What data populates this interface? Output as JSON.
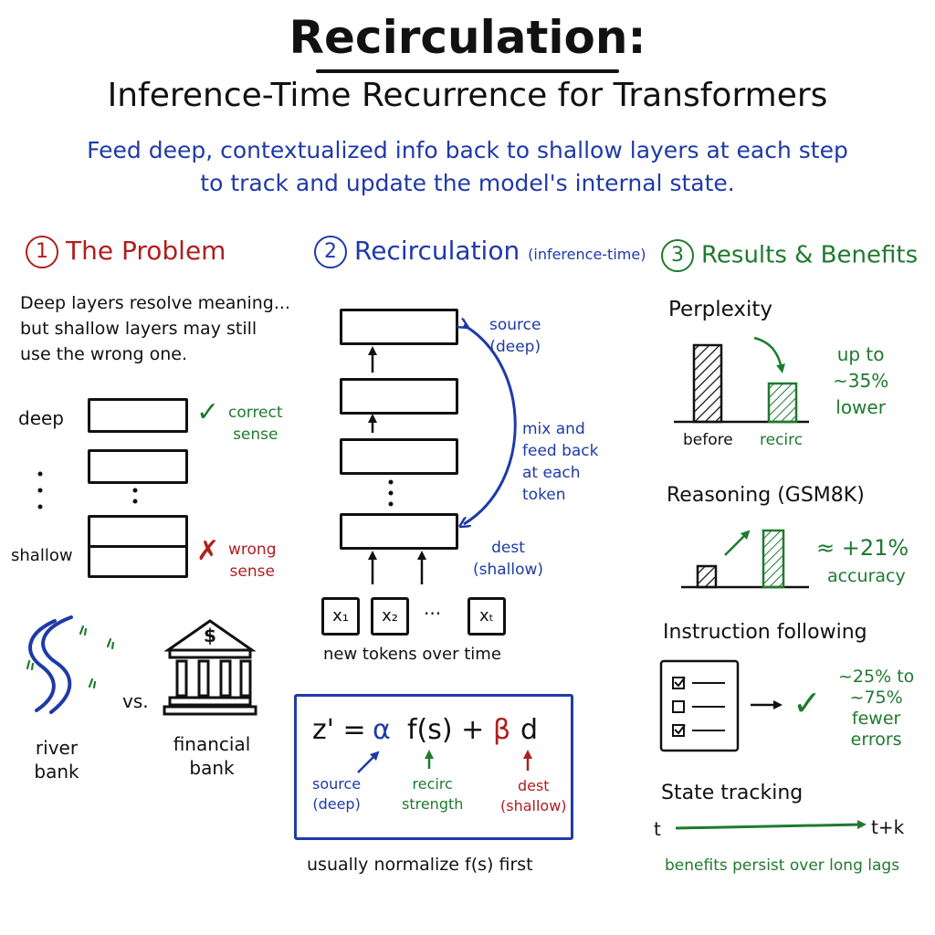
{
  "header": {
    "title": "Recirculation:",
    "subtitle": "Inference-Time Recurrence for Transformers",
    "tagline_1": "Feed deep, contextualized info back to shallow layers at each step",
    "tagline_2": "to track and update the model's internal state."
  },
  "problem": {
    "number": "1",
    "title": "The Problem",
    "desc_1": "Deep layers resolve meaning...",
    "desc_2": "but shallow layers may still",
    "desc_3": "use the wrong one.",
    "deep_label": "deep",
    "shallow_label": "shallow",
    "correct_1": "correct",
    "correct_2": "sense",
    "wrong_1": "wrong",
    "wrong_2": "sense",
    "vs": "vs.",
    "river_1": "river",
    "river_2": "bank",
    "financial_1": "financial",
    "financial_2": "bank",
    "dollar": "$"
  },
  "recirc": {
    "number": "2",
    "title": "Recirculation",
    "title_note": "(inference-time)",
    "source_1": "source",
    "source_2": "(deep)",
    "mix_1": "mix and",
    "mix_2": "feed back",
    "mix_3": "at each",
    "mix_4": "token",
    "dest_1": "dest",
    "dest_2": "(shallow)",
    "tokens": [
      "x₁",
      "x₂",
      "xₜ"
    ],
    "ellipsis": "···",
    "tokens_caption": "new tokens over time",
    "formula": {
      "lhs": "z' =",
      "alpha": "α",
      "fs": "f(s) +",
      "beta": "β",
      "d": "d",
      "note_alpha_1": "source",
      "note_alpha_2": "(deep)",
      "note_fs_1": "recirc",
      "note_fs_2": "strength",
      "note_beta_1": "dest",
      "note_beta_2": "(shallow)"
    },
    "formula_caption": "usually normalize f(s) first"
  },
  "results": {
    "number": "3",
    "title": "Results & Benefits",
    "perplexity": {
      "title": "Perplexity",
      "bar_labels": [
        "before",
        "recirc"
      ],
      "note_1": "up to",
      "note_2": "~35%",
      "note_3": "lower"
    },
    "reasoning": {
      "title": "Reasoning (GSM8K)",
      "note_1": "≈ +21%",
      "note_2": "accuracy"
    },
    "instruction": {
      "title": "Instruction following",
      "note_1": "~25% to",
      "note_2": "~75%",
      "note_3": "fewer",
      "note_4": "errors"
    },
    "state": {
      "title": "State tracking",
      "start": "t",
      "end": "t+k",
      "note": "benefits persist over long lags"
    }
  },
  "colors": {
    "ink": "#111111",
    "blue": "#1f3aa8",
    "red": "#b01e1e",
    "green": "#1f7a2e"
  }
}
